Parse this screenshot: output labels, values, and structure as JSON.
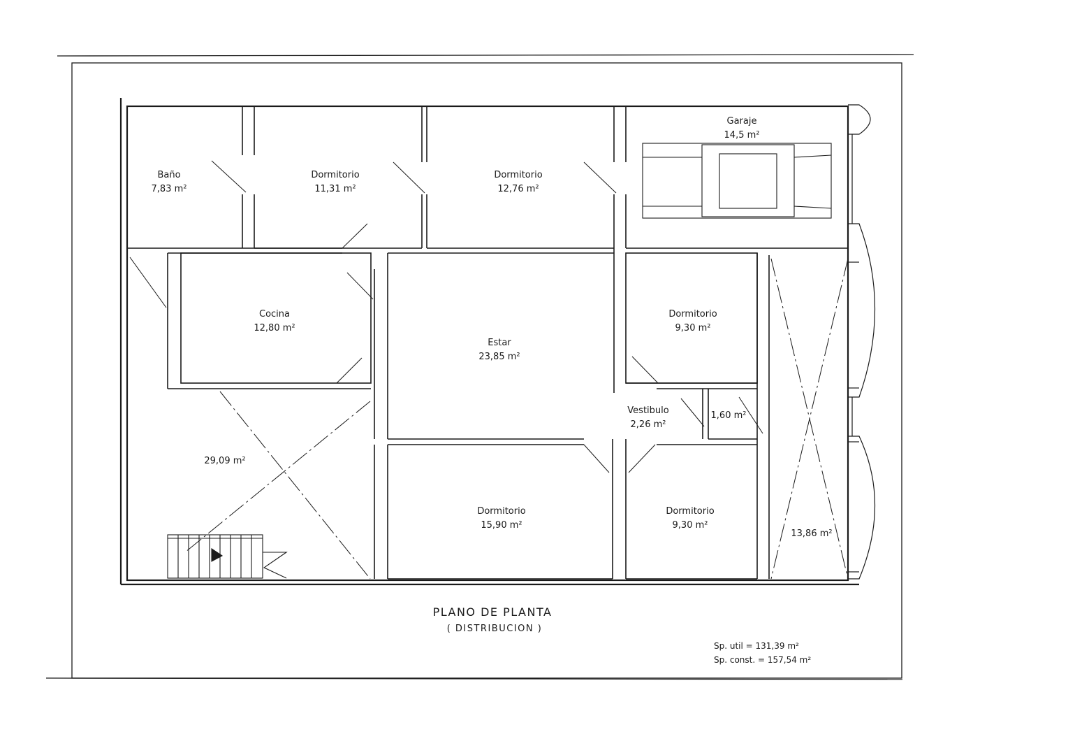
{
  "plan": {
    "title": "PLANO DE PLANTA",
    "subtitle": "( DISTRIBUCION )",
    "rooms": [
      {
        "name": "Baño",
        "area": "7,83 m²"
      },
      {
        "name": "Dormitorio",
        "area": "11,31 m²"
      },
      {
        "name": "Dormitorio",
        "area": "12,76 m²"
      },
      {
        "name": "Garaje",
        "area": "14,5 m²"
      },
      {
        "name": "Cocina",
        "area": "12,80 m²"
      },
      {
        "name": "Estar",
        "area": "23,85 m²"
      },
      {
        "name": "Dormitorio",
        "area": "9,30 m²"
      },
      {
        "name": "Vestibulo",
        "area": "2,26 m²"
      },
      {
        "name": "",
        "area": "1,60 m²"
      },
      {
        "name": "",
        "area": "29,09 m²"
      },
      {
        "name": "Dormitorio",
        "area": "15,90 m²"
      },
      {
        "name": "Dormitorio",
        "area": "9,30 m²"
      },
      {
        "name": "",
        "area": "13,86 m²"
      }
    ],
    "totals": {
      "util": "Sp. util = 131,39 m²",
      "const": "Sp. const. = 157,54 m²"
    }
  }
}
